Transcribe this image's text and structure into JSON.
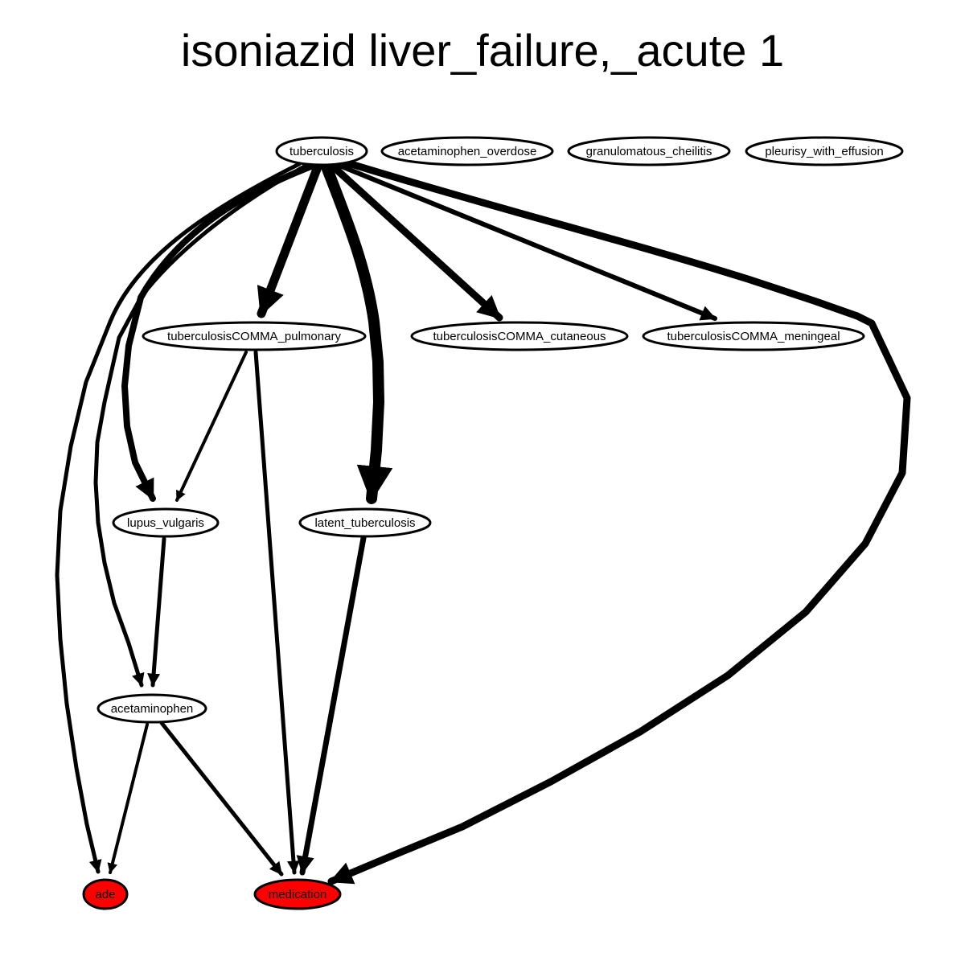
{
  "title": "isoniazid liver_failure,_acute 1",
  "colors": {
    "highlight": "#ff0000",
    "default_fill": "#ffffff",
    "stroke": "#000000"
  },
  "nodes": [
    {
      "id": "tuberculosis",
      "label": "tuberculosis",
      "highlight": false
    },
    {
      "id": "acetaminophen_overdose",
      "label": "acetaminophen_overdose",
      "highlight": false
    },
    {
      "id": "granulomatous_cheilitis",
      "label": "granulomatous_cheilitis",
      "highlight": false
    },
    {
      "id": "pleurisy_with_effusion",
      "label": "pleurisy_with_effusion",
      "highlight": false
    },
    {
      "id": "tb_pulmonary",
      "label": "tuberculosisCOMMA_pulmonary",
      "highlight": false
    },
    {
      "id": "tb_cutaneous",
      "label": "tuberculosisCOMMA_cutaneous",
      "highlight": false
    },
    {
      "id": "tb_meningeal",
      "label": "tuberculosisCOMMA_meningeal",
      "highlight": false
    },
    {
      "id": "lupus_vulgaris",
      "label": "lupus_vulgaris",
      "highlight": false
    },
    {
      "id": "latent_tuberculosis",
      "label": "latent_tuberculosis",
      "highlight": false
    },
    {
      "id": "acetaminophen",
      "label": "acetaminophen",
      "highlight": false
    },
    {
      "id": "ade",
      "label": "ade",
      "highlight": true
    },
    {
      "id": "medication",
      "label": "medication",
      "highlight": true
    }
  ],
  "edges": [
    {
      "from": "tuberculosis",
      "to": "ade",
      "weight": 5
    },
    {
      "from": "tuberculosis",
      "to": "acetaminophen",
      "weight": 5
    },
    {
      "from": "tuberculosis",
      "to": "lupus_vulgaris",
      "weight": 8
    },
    {
      "from": "tuberculosis",
      "to": "tb_pulmonary",
      "weight": 11
    },
    {
      "from": "tuberculosis",
      "to": "latent_tuberculosis",
      "weight": 14
    },
    {
      "from": "tuberculosis",
      "to": "tb_cutaneous",
      "weight": 9
    },
    {
      "from": "tuberculosis",
      "to": "tb_meningeal",
      "weight": 6
    },
    {
      "from": "tuberculosis",
      "to": "medication",
      "weight": 9
    },
    {
      "from": "tb_pulmonary",
      "to": "lupus_vulgaris",
      "weight": 4
    },
    {
      "from": "tb_pulmonary",
      "to": "medication",
      "weight": 5
    },
    {
      "from": "lupus_vulgaris",
      "to": "acetaminophen",
      "weight": 5
    },
    {
      "from": "latent_tuberculosis",
      "to": "medication",
      "weight": 7
    },
    {
      "from": "acetaminophen",
      "to": "ade",
      "weight": 4
    },
    {
      "from": "acetaminophen",
      "to": "medication",
      "weight": 5
    }
  ]
}
